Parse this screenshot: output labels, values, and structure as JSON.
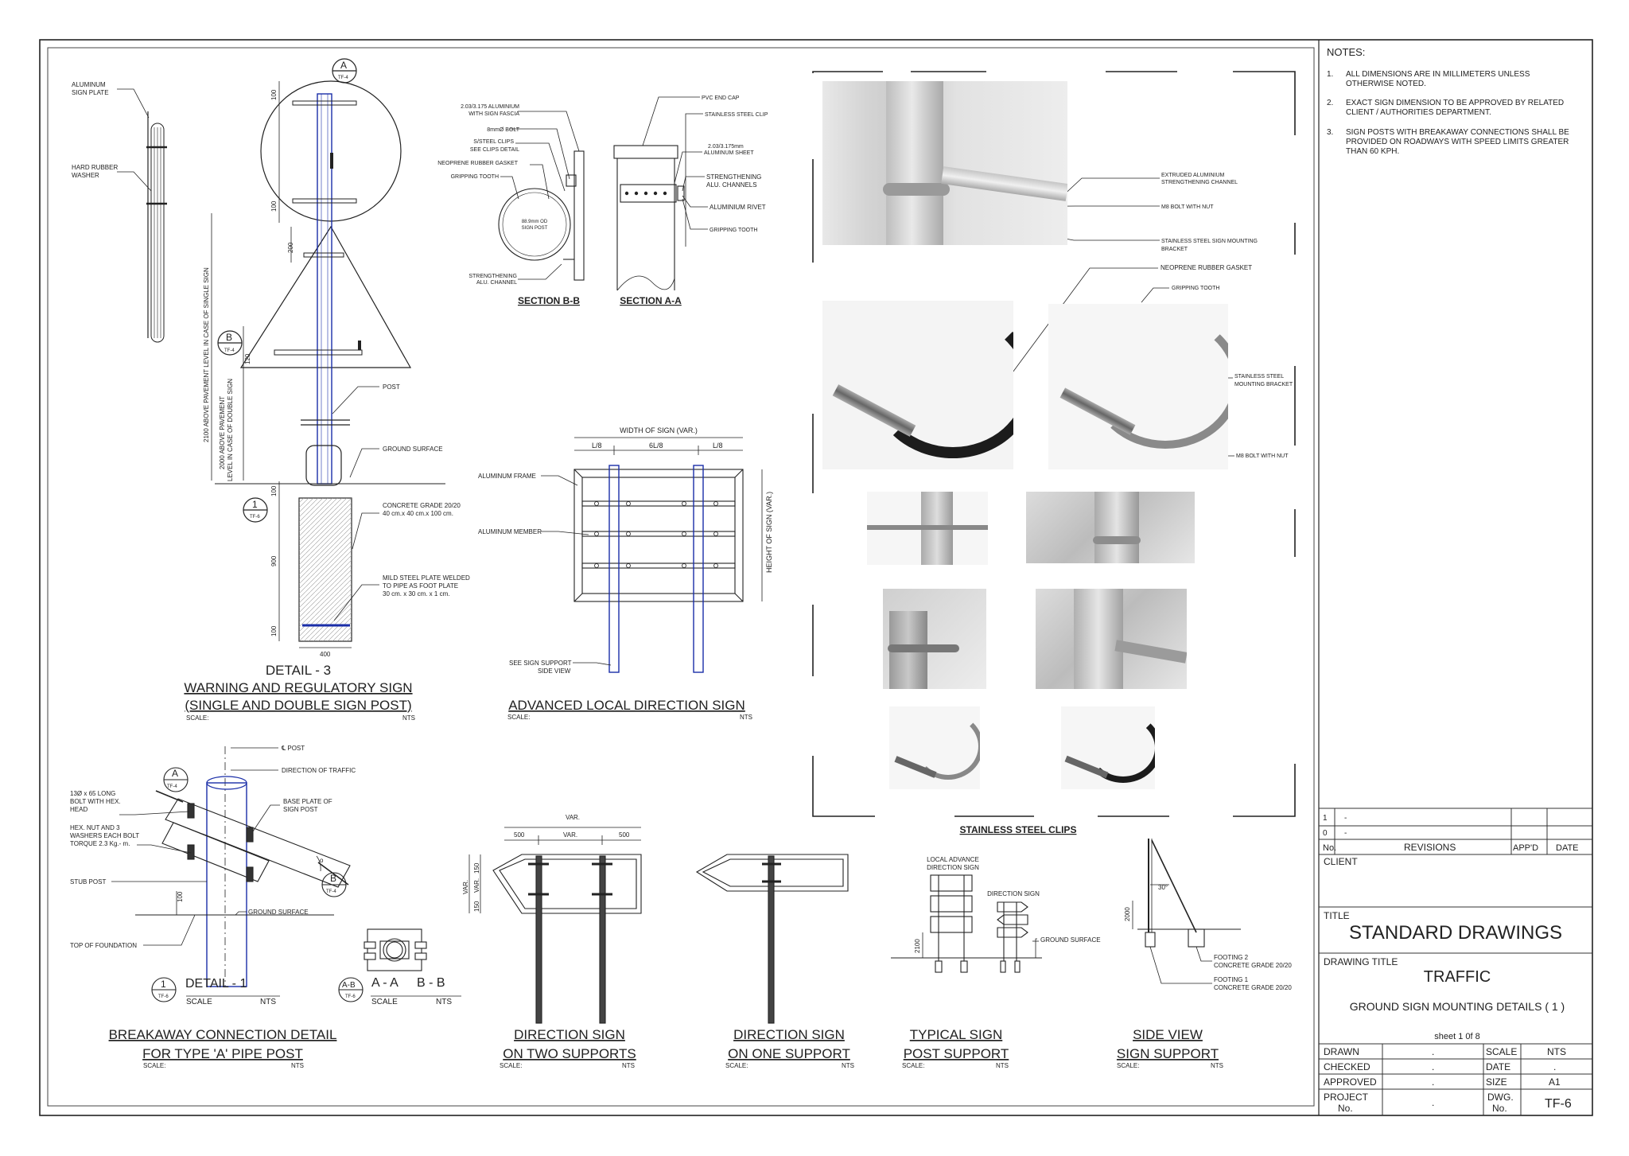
{
  "notes": {
    "heading": "NOTES:",
    "items": [
      {
        "num": "1.",
        "lines": [
          "ALL DIMENSIONS ARE IN MILLIMETERS UNLESS",
          "OTHERWISE NOTED."
        ]
      },
      {
        "num": "2.",
        "lines": [
          "EXACT SIGN DIMENSION TO BE APPROVED BY RELATED",
          "CLIENT / AUTHORITIES DEPARTMENT."
        ]
      },
      {
        "num": "3.",
        "lines": [
          "SIGN POSTS WITH BREAKAWAY CONNECTIONS SHALL BE",
          "PROVIDED ON ROADWAYS WITH SPEED LIMITS GREATER",
          "THAN 60 KPH."
        ]
      }
    ]
  },
  "revisions": {
    "row1": "1",
    "row2": "0",
    "no": "No.",
    "revisions": "REVISIONS",
    "appd": "APP'D",
    "date": "DATE",
    "dash": "-"
  },
  "title_block": {
    "client_label": "CLIENT",
    "title_label": "TITLE",
    "title": "STANDARD DRAWINGS",
    "drawing_title_label": "DRAWING TITLE",
    "drawing_title": "TRAFFIC",
    "drawing_subtitle": "GROUND SIGN MOUNTING DETAILS ( 1 )",
    "sheet": "sheet 1 0f 8",
    "drawn": "DRAWN",
    "checked": "CHECKED",
    "approved": "APPROVED",
    "project": "PROJECT",
    "project_no": "No.",
    "dot": ".",
    "scale": "SCALE",
    "scale_val": "NTS",
    "date": "DATE",
    "date_val": ".",
    "size": "SIZE",
    "size_val": "A1",
    "dwg": "DWG.",
    "dwg_no": "No.",
    "dwg_val": "TF-6"
  },
  "detail3": {
    "title": "DETAIL - 3",
    "line1": "WARNING AND REGULATORY SIGN",
    "line2": "(SINGLE AND DOUBLE SIGN POST)",
    "scale": "SCALE:",
    "nts": "NTS",
    "aluminum_sign_plate": [
      "ALUMINUM",
      "SIGN PLATE"
    ],
    "hard_rubber_washer": [
      "HARD RUBBER",
      "WASHER"
    ],
    "post": "POST",
    "ground_surface": "GROUND SURFACE",
    "concrete": [
      "CONCRETE GRADE 20/20",
      "40 cm.x 40 cm.x 100 cm."
    ],
    "mild_steel": [
      "MILD STEEL PLATE WELDED",
      "TO PIPE AS FOOT PLATE",
      "30 cm. x 30 cm. x 1 cm."
    ],
    "level_single": "2100 ABOVE PAVEMENT LEVEL IN CASE OF SINGLE SIGN",
    "level_double1": "2000 ABOVE PAVEMENT",
    "level_double2": "LEVEL IN CASE OF DOUBLE SIGN",
    "dim100": "100",
    "dim200": "200",
    "dim900": "900",
    "dim400": "400",
    "dim120": "120",
    "callout_a": "A",
    "callout_b": "B",
    "callout_1": "1",
    "ref": "TF-6",
    "ref4": "TF-4"
  },
  "sections": {
    "section_bb": "SECTION B-B",
    "section_aa": "SECTION A-A",
    "fascia": [
      "2.03/3.175 ALUMINIUM",
      "WITH SIGN FASCIA"
    ],
    "bolt": "8mmØ BOLT",
    "clips": [
      "S/STEEL CLIPS",
      "SEE CLIPS DETAIL"
    ],
    "gasket": "NEOPRENE RUBBER GASKET",
    "tooth": "GRIPPING TOOTH",
    "post": [
      "88.9mm OD",
      "SIGN POST"
    ],
    "channel": [
      "STRENGTHENING",
      "ALU. CHANNEL"
    ],
    "pvc": "PVC END CAP",
    "ss_clip": "STAINLESS STEEL CLIP",
    "sheet": [
      "2.03/3.175mm",
      "ALUMINUM SHEET"
    ],
    "channels": [
      "STRENGTHENING",
      "ALU. CHANNELS"
    ],
    "rivet": "ALUMINIUM RIVET",
    "tooth2": "GRIPPING TOOTH"
  },
  "advanced": {
    "title": "ADVANCED LOCAL DIRECTION SIGN",
    "scale": "SCALE:",
    "nts": "NTS",
    "width": "WIDTH OF SIGN (VAR.)",
    "l8a": "L/8",
    "l8b": "6L/8",
    "l8c": "L/8",
    "height": "HEIGHT OF SIGN (VAR.)",
    "frame": "ALUMINUM FRAME",
    "member": "ALUMINUM MEMBER",
    "see": [
      "SEE SIGN SUPPORT",
      "SIDE VIEW"
    ]
  },
  "photos": {
    "title": "STAINLESS STEEL CLIPS",
    "extruded": [
      "EXTRUDED ALUMINIUM",
      "STRENGTHENING CHANNEL"
    ],
    "m8": "M8 BOLT WITH NUT",
    "bracket": [
      "STAINLESS STEEL SIGN MOUNTING",
      "BRACKET"
    ],
    "gasket": "NEOPRENE RUBBER GASKET",
    "tooth": "GRIPPING TOOTH",
    "ss_bracket": [
      "STAINLESS STEEL",
      "MOUNTING BRACKET"
    ],
    "m8b": "M8 BOLT WITH NUT"
  },
  "detail1": {
    "c_post": "℄ POST",
    "direction": "DIRECTION OF TRAFFIC",
    "bolt": [
      "13Ø x 65 LONG",
      "BOLT WITH HEX.",
      "HEAD"
    ],
    "hex": [
      "HEX. NUT AND 3",
      "WASHERS EACH BOLT",
      "TORQUE 2.3 Kg.- m."
    ],
    "base": [
      "BASE PLATE OF",
      "SIGN POST"
    ],
    "stub": "STUB POST",
    "ground": "GROUND SURFACE",
    "foundation": "TOP OF FOUNDATION",
    "dim100": "100",
    "deg": "o",
    "title": "DETAIL - 1",
    "scale": "SCALE",
    "nts": "NTS",
    "aa": "A - A",
    "bb": "B - B",
    "ab": "A-B",
    "num": "1",
    "ref": "TF-6",
    "refs": "TF-6",
    "caption1": "BREAKAWAY CONNECTION DETAIL",
    "caption2": "FOR TYPE 'A' PIPE POST",
    "cscale": "SCALE:",
    "cnts": "NTS",
    "callout_a": "A",
    "callout_b": "B",
    "ref4": "TF-4"
  },
  "two_supports": {
    "var": "VAR.",
    "d500a": "500",
    "dvar": "VAR.",
    "d500b": "500",
    "v150a": "150",
    "v150b": "150",
    "vvar": "VAR.",
    "vvar2": "VAR.",
    "line1": "DIRECTION SIGN",
    "line2": "ON TWO SUPPORTS",
    "scale": "SCALE:",
    "nts": "NTS"
  },
  "one_support": {
    "line1": "DIRECTION SIGN",
    "line2": "ON ONE SUPPORT",
    "scale": "SCALE:",
    "nts": "NTS"
  },
  "typical": {
    "local": [
      "LOCAL ADVANCE",
      "DIRECTION SIGN"
    ],
    "direction": "DIRECTION SIGN",
    "ground": "GROUND SURFACE",
    "dim": "2100",
    "line1": "TYPICAL SIGN",
    "line2": "POST SUPPORT",
    "scale": "SCALE:",
    "nts": "NTS"
  },
  "side": {
    "dim": "2000",
    "angle": "30°",
    "f2": [
      "FOOTING 2",
      "CONCRETE GRADE 20/20"
    ],
    "f1": [
      "FOOTING 1",
      "CONCRETE GRADE 20/20"
    ],
    "line1": "SIDE VIEW",
    "line2": "SIGN SUPPORT",
    "scale": "SCALE:",
    "nts": "NTS"
  }
}
